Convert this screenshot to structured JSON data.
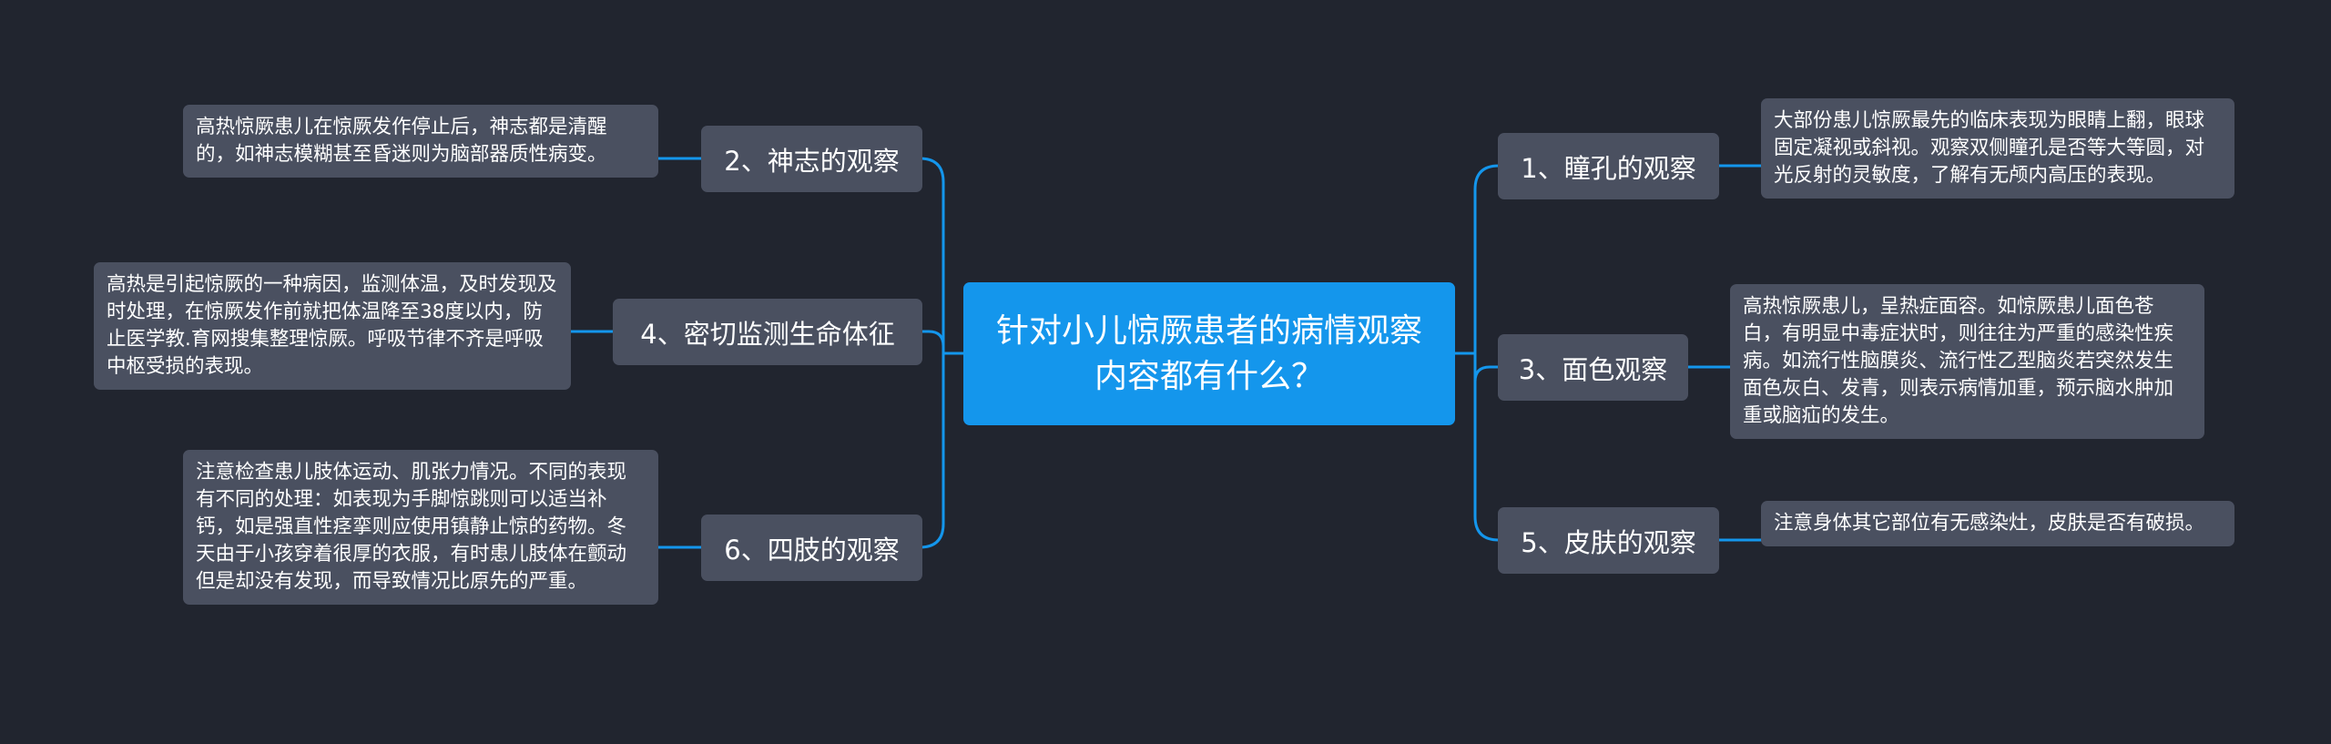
{
  "root": {
    "title": "针对小儿惊厥患者的病情观察内容都有什么？"
  },
  "colors": {
    "background": "#21252f",
    "root": "#1496ec",
    "node": "#4a5060",
    "connector": "#1496ec",
    "text": "#ffffff"
  },
  "branches": [
    {
      "label": "2、神志的观察",
      "detail": "高热惊厥患儿在惊厥发作停止后，神志都是清醒的，如神志模糊甚至昏迷则为脑部器质性病变。"
    },
    {
      "label": "4、密切监测生命体征",
      "detail": "高热是引起惊厥的一种病因，监测体温，及时发现及时处理，在惊厥发作前就把体温降至38度以内，防止医学教.育网搜集整理惊厥。呼吸节律不齐是呼吸中枢受损的表现。"
    },
    {
      "label": "6、四肢的观察",
      "detail": "注意检查患儿肢体运动、肌张力情况。不同的表现有不同的处理：如表现为手脚惊跳则可以适当补钙，如是强直性痉挛则应使用镇静止惊的药物。冬天由于小孩穿着很厚的衣服，有时患儿肢体在颤动但是却没有发现，而导致情况比原先的严重。"
    },
    {
      "label": "1、瞳孔的观察",
      "detail": "大部份患儿惊厥最先的临床表现为眼睛上翻，眼球固定凝视或斜视。观察双侧瞳孔是否等大等圆，对光反射的灵敏度，了解有无颅内高压的表现。"
    },
    {
      "label": "3、面色观察",
      "detail": "高热惊厥患儿，呈热症面容。如惊厥患儿面色苍白，有明显中毒症状时，则往往为严重的感染性疾病。如流行性脑膜炎、流行性乙型脑炎若突然发生面色灰白、发青，则表示病情加重，预示脑水肿加重或脑疝的发生。"
    },
    {
      "label": "5、皮肤的观察",
      "detail": "注意身体其它部位有无感染灶，皮肤是否有破损。"
    }
  ]
}
